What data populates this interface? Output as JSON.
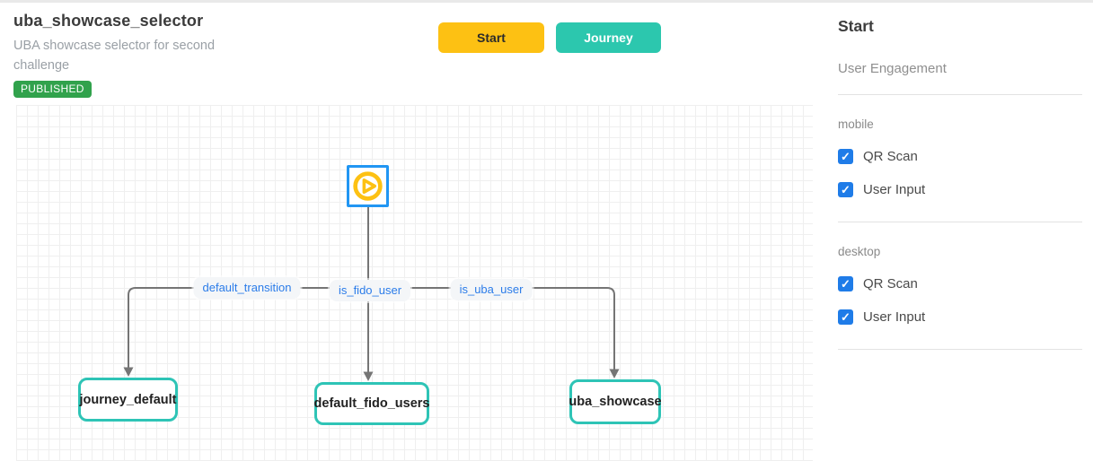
{
  "header": {
    "title": "uba_showcase_selector",
    "subtitle": "UBA showcase selector for second challenge",
    "status_badge": "PUBLISHED"
  },
  "toolbar": {
    "start_label": "Start",
    "journey_label": "Journey"
  },
  "flow": {
    "start_node_icon": "play-icon",
    "edge_labels": [
      "default_transition",
      "is_fido_user",
      "is_uba_user"
    ],
    "node_labels": [
      "journey_default",
      "default_fido_users",
      "uba_showcase"
    ]
  },
  "sidebar": {
    "title": "Start",
    "subtitle": "User Engagement",
    "sections": [
      {
        "label": "mobile",
        "options": [
          {
            "label": "QR Scan",
            "checked": true
          },
          {
            "label": "User Input",
            "checked": true
          }
        ]
      },
      {
        "label": "desktop",
        "options": [
          {
            "label": "QR Scan",
            "checked": true
          },
          {
            "label": "User Input",
            "checked": true
          }
        ]
      }
    ]
  },
  "icons": {
    "check": "✓"
  },
  "colors": {
    "accent_yellow": "#fdc113",
    "accent_teal": "#2cc7ae",
    "node_border_teal": "#2ec4b6",
    "start_node_border_blue": "#2196f3",
    "published_green": "#31a24c",
    "checkbox_blue": "#1f7ce8",
    "edge_label_blue": "#2b7ce9",
    "connector_gray": "#757575",
    "grid_gray": "#efefef"
  }
}
